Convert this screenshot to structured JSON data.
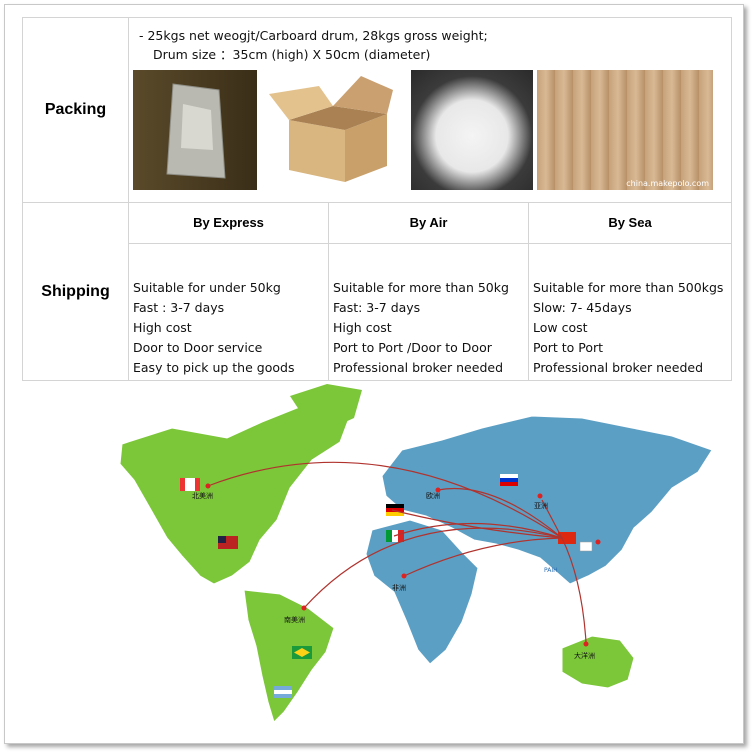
{
  "packing": {
    "label": "Packing",
    "line1": "- 25kgs net weogjt/Carboard drum, 28kgs gross weight;",
    "line2": "Drum size ：35cm (high)   X  50cm (diameter)",
    "photos": [
      "bag-photo",
      "carton-box-photo",
      "white-powder-photo",
      "drum-warehouse-photo"
    ],
    "watermark": "china.makepolo.com"
  },
  "shipping": {
    "label": "Shipping",
    "methods": [
      {
        "title": "By Express",
        "lines": [
          "Suitable for under 50kg",
          "Fast :  3-7 days",
          "High cost",
          "Door to Door service",
          "Easy to pick up the goods"
        ]
      },
      {
        "title": "By Air",
        "lines": [
          "Suitable for more than 50kg",
          "Fast: 3-7 days",
          "High cost",
          "Port to Port /Door to Door",
          "Professional broker needed"
        ]
      },
      {
        "title": "By Sea",
        "lines": [
          "Suitable for more than 500kgs",
          "Slow: 7- 45days",
          "Low cost",
          "Port to Port",
          "Professional broker needed"
        ]
      }
    ]
  },
  "map": {
    "labels": {
      "north_america": "北美洲",
      "europe": "欧洲",
      "asia": "亚洲",
      "africa": "非洲",
      "south_america": "南美洲",
      "oceania": "大洋洲",
      "logo": "PAIH"
    },
    "colors": {
      "americas_africa": "#7cc63a",
      "eurasia": "#5c9fc4",
      "route": "#b0332e"
    }
  }
}
